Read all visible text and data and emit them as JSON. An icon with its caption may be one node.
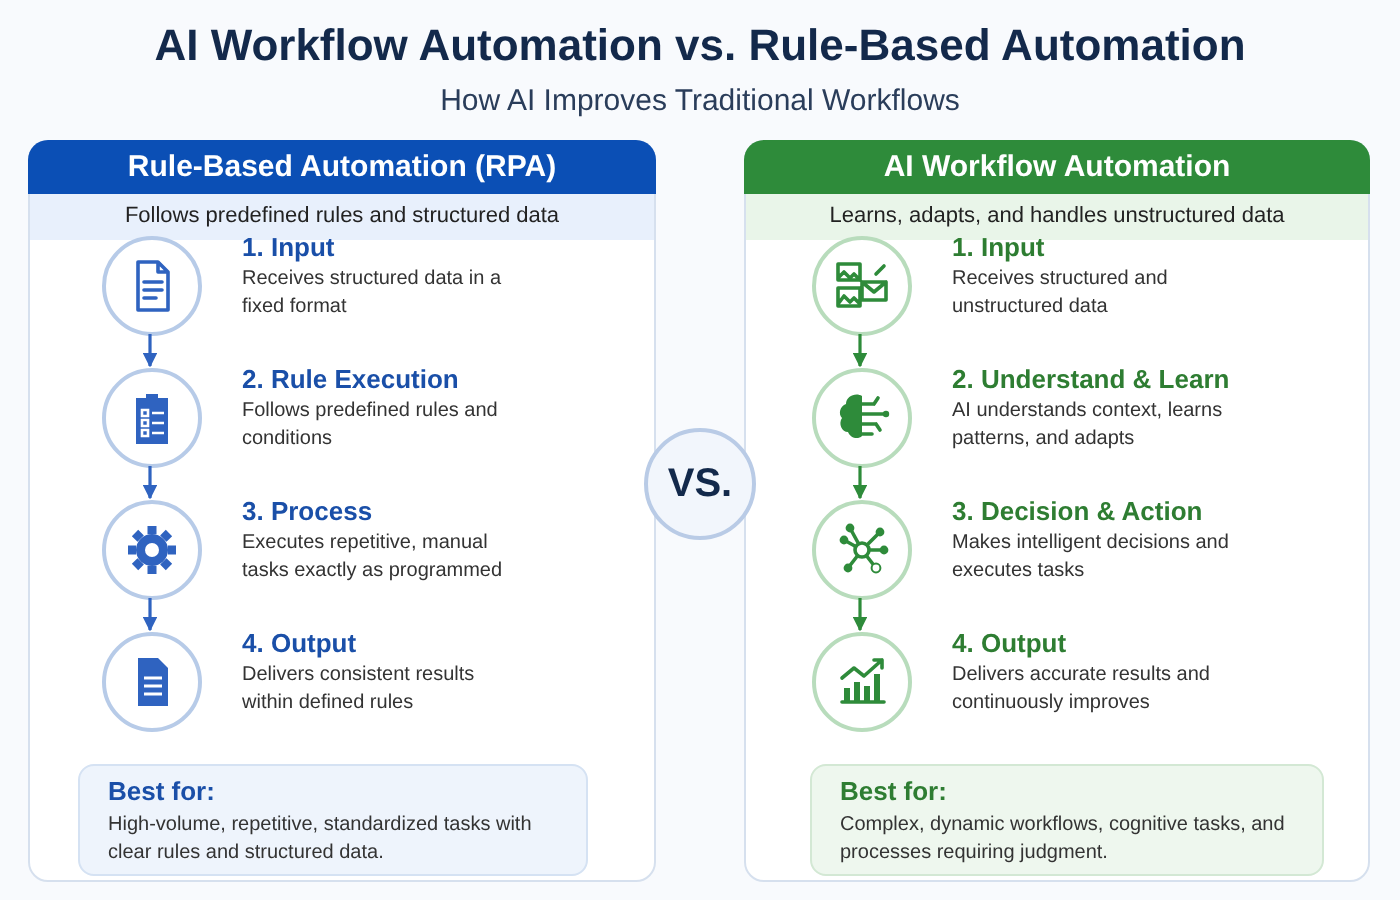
{
  "diagram": {
    "title": "AI Workflow Automation vs. Rule-Based Automation",
    "nodes": [
      {
        "text": [
          "Rule-Based Automation (RPA)",
          "Follows predefined rules and structured data"
        ]
      },
      {
        "text": [],
        "shape": "circle",
        "in": 0,
        "beside": [
          "1. Input",
          "Receives structured data in a fixed format"
        ]
      },
      {
        "text": [],
        "shape": "circle",
        "in": 0,
        "beside": [
          "2. Rule Execution",
          "Follows predefined rules and conditions"
        ]
      },
      {
        "text": [],
        "shape": "circle",
        "in": 0,
        "beside": [
          "3. Process",
          "Executes repetitive, manual tasks exactly as programmed"
        ]
      },
      {
        "text": [],
        "shape": "circle",
        "in": 0,
        "beside": [
          "4. Output",
          "Delivers consistent results within defined rules"
        ]
      },
      {
        "text": [
          "Best for:",
          "High-volume, repetitive, standardized tasks with clear rules and structured data."
        ],
        "in": 0
      },
      {
        "text": [
          "VS."
        ]
      },
      {
        "text": [
          "AI Workflow Automation",
          "Learns, adapts, and handles unstructured data"
        ]
      },
      {
        "text": [],
        "shape": "circle",
        "in": 7,
        "beside": [
          "1. Input",
          "Receives structured and unstructured data"
        ]
      },
      {
        "text": [],
        "shape": "circle",
        "in": 7,
        "beside": [
          "2. Understand & Learn",
          "AI understands context, learns patterns, and adapts"
        ]
      },
      {
        "text": [],
        "shape": "circle",
        "in": 7,
        "beside": [
          "3. Decision & Action",
          "Makes intelligent decisions and executes tasks"
        ]
      },
      {
        "text": [],
        "shape": "circle",
        "in": 7,
        "beside": [
          "4. Output",
          "Delivers accurate results and continuously improves"
        ]
      },
      {
        "text": [
          "Best for:",
          "Complex, dynamic workflows, cognitive tasks, and processes requiring judgment."
        ],
        "in": 7
      }
    ],
    "edges": [
      {
        "from": 1,
        "to": 2,
        "arrow": "to",
        "color": "#2f63c0"
      },
      {
        "from": 2,
        "to": 3,
        "arrow": "to",
        "color": "#2f63c0"
      },
      {
        "from": 3,
        "to": 4,
        "arrow": "to",
        "color": "#2f63c0"
      },
      {
        "from": 8,
        "to": 9,
        "arrow": "to",
        "color": "#2e8b3a"
      },
      {
        "from": 9,
        "to": 10,
        "arrow": "to",
        "color": "#2e8b3a"
      },
      {
        "from": 10,
        "to": 11,
        "arrow": "to",
        "color": "#2e8b3a"
      }
    ],
    "labels": [
      "How AI Improves Traditional Workflows"
    ]
  }
}
